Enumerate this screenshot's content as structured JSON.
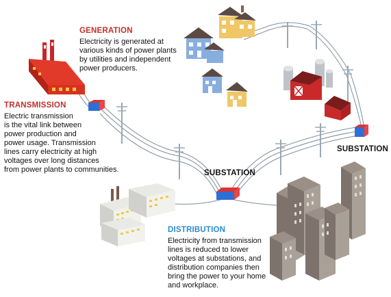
{
  "colors": {
    "generation": "#c0302b",
    "transmission": "#c0302b",
    "distribution": "#2a8ccf",
    "substation": "#111111",
    "wire": "#7f8c99",
    "pole": "#9aa7b5"
  },
  "generation": {
    "title": "GENERATION",
    "lines": [
      "Electricity is generated at",
      "various kinds of power plants",
      "by utilities and independent",
      "power producers."
    ]
  },
  "transmission": {
    "title": "TRANSMISSION",
    "lines": [
      "Electric transmission",
      "is the vital link between",
      "power production and",
      "power usage. Transmission",
      "lines carry electricity at high",
      "voltages over long distances",
      "from power plants to communities."
    ]
  },
  "substation_center": {
    "label": "SUBSTATION"
  },
  "substation_right": {
    "label": "SUBSTATION"
  },
  "distribution": {
    "title": "DISTRIBUTION",
    "lines": [
      "Electricity from transmission",
      "lines is reduced to lower",
      "voltages at substations, and",
      "distribution companies then",
      "bring the power to your home",
      "and workplace."
    ]
  }
}
